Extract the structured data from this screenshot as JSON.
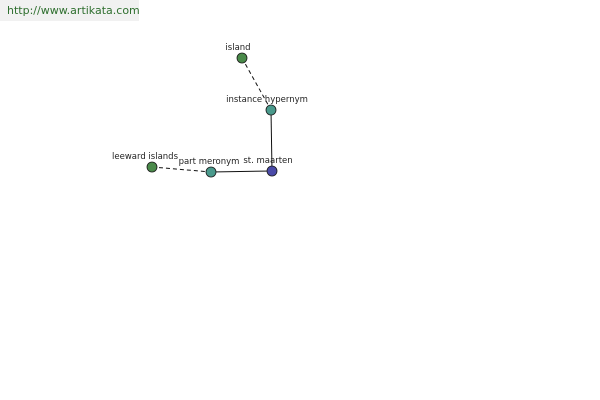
{
  "source_url": "http://www.artikata.com",
  "graph": {
    "nodes": [
      {
        "id": "island",
        "label": "island",
        "color": "#4a8a4a"
      },
      {
        "id": "instance-hypernym",
        "label": "instance hypernym",
        "color": "#4a9a8c"
      },
      {
        "id": "st-maarten",
        "label": "st. maarten",
        "color": "#4a4aa8"
      },
      {
        "id": "part-meronym",
        "label": "part meronym",
        "color": "#4a9a8c"
      },
      {
        "id": "leeward-islands",
        "label": "leeward islands",
        "color": "#4a8a4a"
      }
    ],
    "edges": [
      {
        "from": "island",
        "to": "instance-hypernym",
        "style": "dashed"
      },
      {
        "from": "instance-hypernym",
        "to": "st-maarten",
        "style": "solid"
      },
      {
        "from": "part-meronym",
        "to": "st-maarten",
        "style": "solid"
      },
      {
        "from": "leeward-islands",
        "to": "part-meronym",
        "style": "dashed"
      }
    ]
  }
}
